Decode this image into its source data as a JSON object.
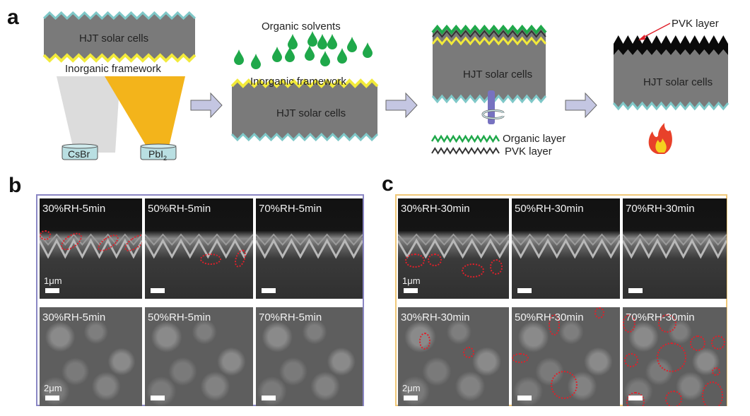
{
  "panels": {
    "a": {
      "label": "a",
      "step1": {
        "cell_label": "HJT solar cells",
        "framework_label": "Inorganic framework",
        "source1": "CsBr",
        "source2_main": "PbI",
        "source2_sub": "2"
      },
      "step2": {
        "solvent_label": "Organic solvents",
        "framework_label": "Inorganic framework",
        "cell_label": "HJT solar cells"
      },
      "step3": {
        "cell_label": "HJT solar cells",
        "legend_organic": "Organic layer",
        "legend_pvk": "PVK layer"
      },
      "step4": {
        "pvk_label": "PVK layer",
        "cell_label": "HJT solar cells"
      }
    },
    "b": {
      "label": "b",
      "frame_color": "#8a86c4",
      "cross_section": [
        {
          "label": "30%RH-5min",
          "scale": "1μm"
        },
        {
          "label": "50%RH-5min",
          "scale": ""
        },
        {
          "label": "70%RH-5min",
          "scale": ""
        }
      ],
      "top_view": [
        {
          "label": "30%RH-5min",
          "scale": "2μm"
        },
        {
          "label": "50%RH-5min",
          "scale": ""
        },
        {
          "label": "70%RH-5min",
          "scale": ""
        }
      ]
    },
    "c": {
      "label": "c",
      "frame_color": "#f0c878",
      "cross_section": [
        {
          "label": "30%RH-30min",
          "scale": "1μm"
        },
        {
          "label": "50%RH-30min",
          "scale": ""
        },
        {
          "label": "70%RH-30min",
          "scale": ""
        }
      ],
      "top_view": [
        {
          "label": "30%RH-30min",
          "scale": "2μm"
        },
        {
          "label": "50%RH-30min",
          "scale": ""
        },
        {
          "label": "70%RH-30min",
          "scale": ""
        }
      ]
    }
  },
  "colors": {
    "cell_gray": "#7a7a7a",
    "teal_edge": "#7fc8c8",
    "yellow_edge": "#f2ea3a",
    "drop_green": "#1fa84a",
    "arrow_fill": "#c4c6e2",
    "pbi2_orange": "#f3b41b",
    "csbr_gray": "#dcdcdc",
    "defect_red": "#e0202a"
  }
}
